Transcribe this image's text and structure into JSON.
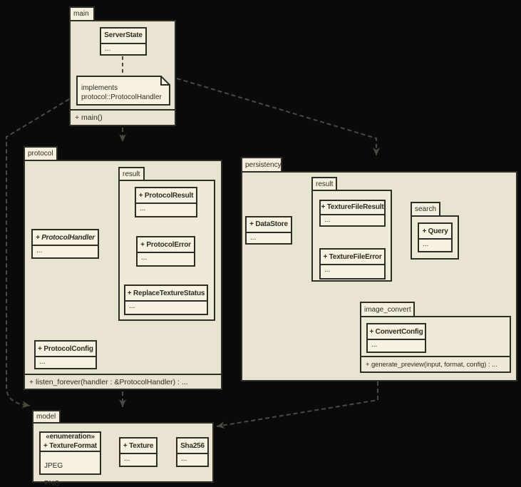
{
  "colors": {
    "background": "#0a0a0a",
    "package_fill": "#e9e4d1",
    "nested_package_fill": "#efead7",
    "class_fill": "#f6f1e0",
    "border": "#2e2d26",
    "edge": "#4c4a41",
    "text": "#2e2d26"
  },
  "main": {
    "tab": "main",
    "footer": "+ main()",
    "classes": {
      "server_state": {
        "name": "ServerState",
        "attrs": "..."
      }
    },
    "note": {
      "line1": "implements",
      "line2": "protocol::ProtocolHandler"
    }
  },
  "protocol": {
    "tab": "protocol",
    "footer": "+ listen_forever(handler : &ProtocolHandler) : ...",
    "result": {
      "tab": "result",
      "classes": {
        "protocol_result": {
          "name": "+ ProtocolResult",
          "attrs": "..."
        },
        "protocol_error": {
          "name": "+ ProtocolError",
          "attrs": "..."
        },
        "replace_texture_status": {
          "name": "+ ReplaceTextureStatus",
          "attrs": "..."
        }
      }
    },
    "classes": {
      "protocol_handler": {
        "name": "+ ProtocolHandler",
        "attrs": "..."
      },
      "protocol_config": {
        "name": "+ ProtocolConfig",
        "attrs": "..."
      }
    }
  },
  "persistency": {
    "tab": "persistency",
    "classes": {
      "data_store": {
        "name": "+ DataStore",
        "attrs": "..."
      }
    },
    "result": {
      "tab": "result",
      "classes": {
        "texture_file_result": {
          "name": "+ TextureFileResult",
          "attrs": "..."
        },
        "texture_file_error": {
          "name": "+ TextureFileError",
          "attrs": "..."
        }
      }
    },
    "search": {
      "tab": "search",
      "classes": {
        "query": {
          "name": "+ Query",
          "attrs": "..."
        }
      }
    },
    "image_convert": {
      "tab": "image_convert",
      "footer": "+ generate_preview(input, format, config) : ...",
      "classes": {
        "convert_config": {
          "name": "+ ConvertConfig",
          "attrs": "..."
        }
      }
    }
  },
  "model": {
    "tab": "model",
    "classes": {
      "texture_format": {
        "stereotype": "«enumeration»",
        "name": "+ TextureFormat",
        "values": [
          "JPEG",
          "PNG"
        ]
      },
      "texture": {
        "name": "+ Texture",
        "attrs": "..."
      },
      "sha256": {
        "name": "Sha256",
        "attrs": "..."
      }
    }
  },
  "edges": [
    {
      "from": "ServerState",
      "to": "note",
      "style": "dashed"
    },
    {
      "from": "main",
      "to": "protocol",
      "style": "dashed-arrow"
    },
    {
      "from": "main",
      "to": "persistency",
      "style": "dashed-arrow"
    },
    {
      "from": "main",
      "to": "model",
      "style": "dashed-arrow"
    },
    {
      "from": "protocol",
      "to": "model",
      "style": "dashed-arrow"
    },
    {
      "from": "persistency",
      "to": "model",
      "style": "dashed-arrow"
    }
  ]
}
